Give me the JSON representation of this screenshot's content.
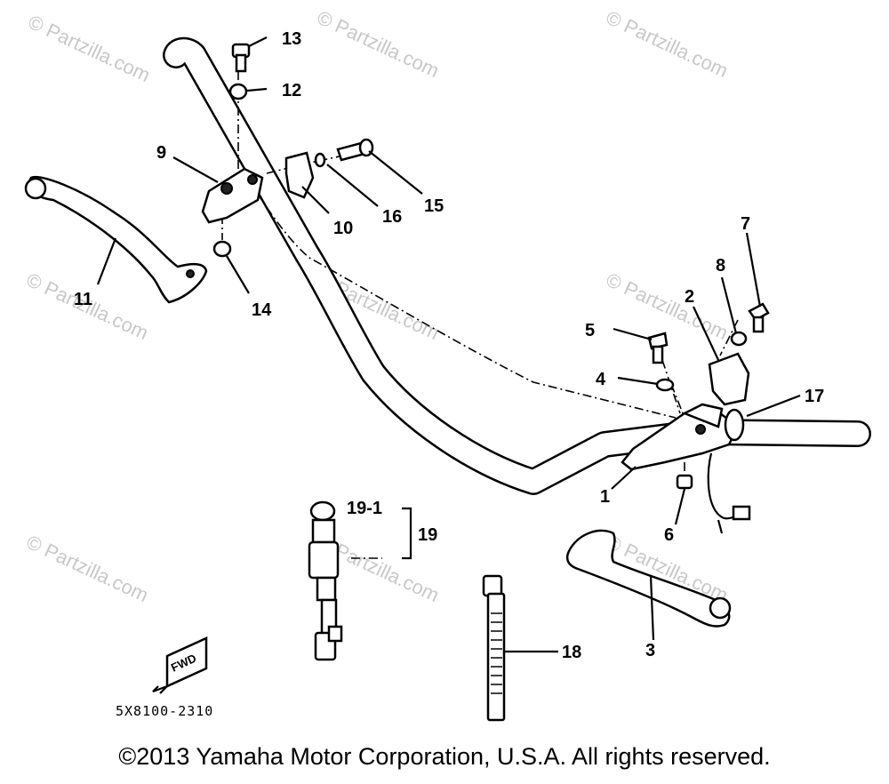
{
  "watermark": "© Partzilla.com",
  "diagram_code": "5X8100-2310",
  "direction_marker": "FWD",
  "callouts": [
    "1",
    "2",
    "3",
    "4",
    "5",
    "6",
    "7",
    "8",
    "9",
    "10",
    "11",
    "12",
    "13",
    "14",
    "15",
    "16",
    "17",
    "18",
    "19",
    "19-1"
  ],
  "copyright": "©2013 Yamaha Motor Corporation, U.S.A. All rights reserved."
}
